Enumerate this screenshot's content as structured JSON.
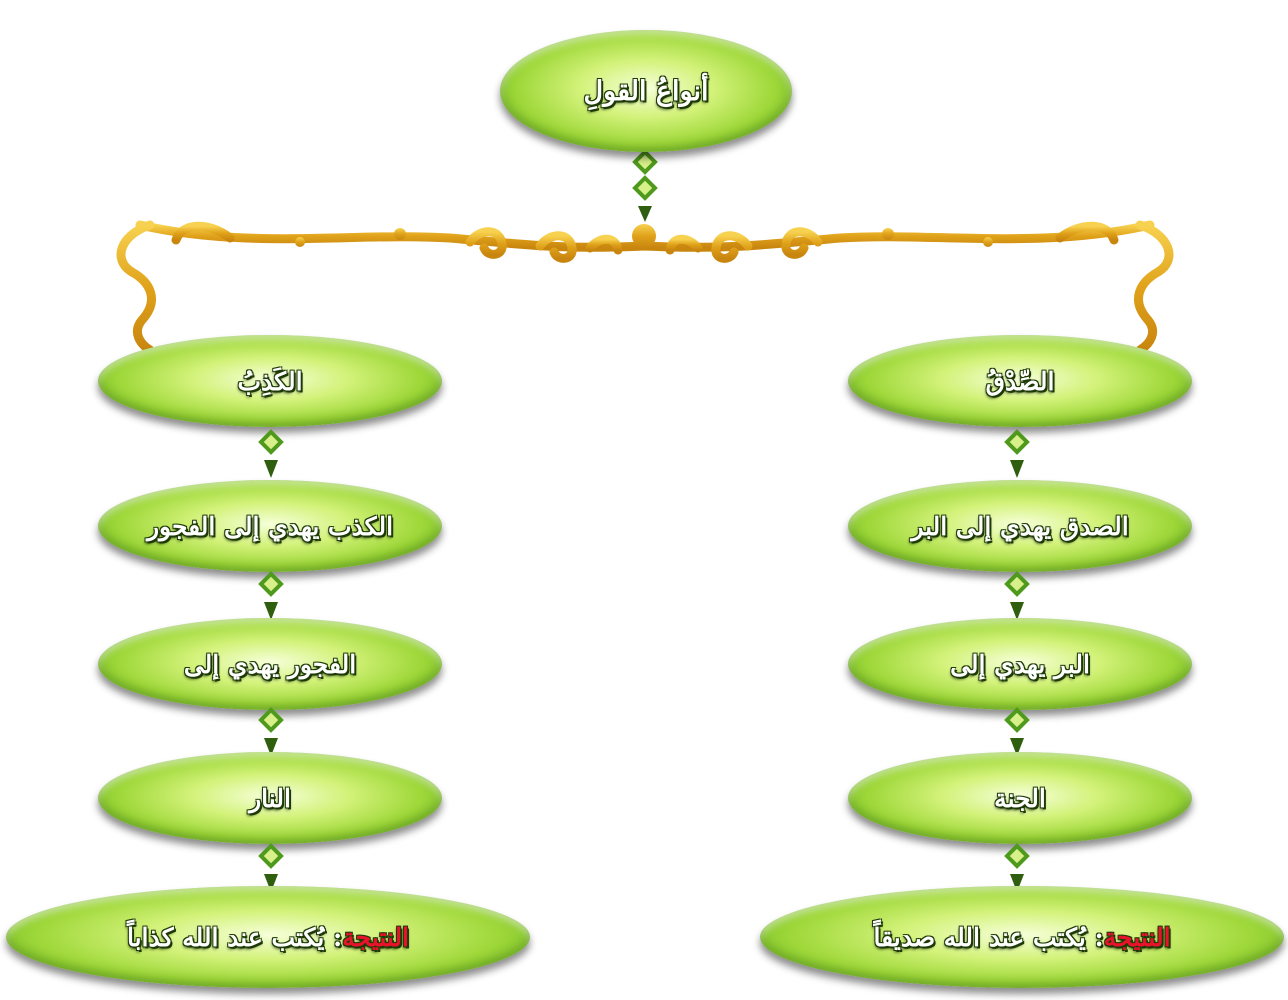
{
  "diagram": {
    "root": {
      "label": "أنواعُ القولِ"
    },
    "branches": [
      {
        "id": "truth",
        "header": "الصِّدْقُ",
        "steps": [
          "الصدق يهدي إلى البر",
          "البر يهدي إلى",
          "الجنة"
        ],
        "result": {
          "label": "النتيجة",
          "separator": ": ",
          "text": "يُكتب عند الله صديقاً"
        }
      },
      {
        "id": "lie",
        "header": "الكَذِبُ",
        "steps": [
          "الكذب يهدي إلى الفجور",
          "الفجور يهدي إلى",
          "النار"
        ],
        "result": {
          "label": "النتيجة",
          "separator": ": ",
          "text": "يُكتب عند الله كذاباً"
        }
      }
    ]
  },
  "colors": {
    "node_green": "#9fd83a",
    "node_text": "#ffffff",
    "text_outline": "#1d3a06",
    "result_label": "#e8132a",
    "ornament_gold": "#e2a41c",
    "connector_green": "#4f9a1c"
  }
}
